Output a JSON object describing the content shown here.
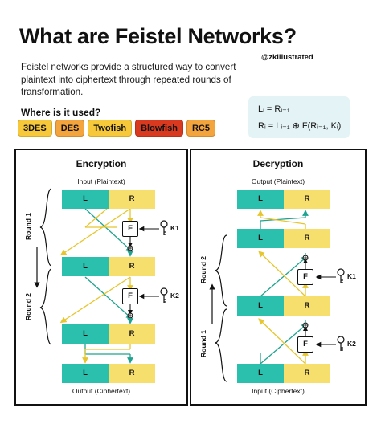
{
  "header": {
    "title": "What are Feistel Networks?",
    "handle": "@zkillustrated",
    "intro": "Feistel networks provide a structured way to convert plaintext into ciphertext through repeated rounds of transformation.",
    "where_used": "Where is it used?"
  },
  "tags": [
    {
      "label": "3DES",
      "color": "#f7c93a"
    },
    {
      "label": "DES",
      "color": "#f4a43c"
    },
    {
      "label": "Twofish",
      "color": "#f7c93a"
    },
    {
      "label": "Blowfish",
      "color": "#d8391f"
    },
    {
      "label": "RC5",
      "color": "#f4a43c"
    }
  ],
  "formula": {
    "line1": "Lᵢ = Rᵢ₋₁",
    "line2": "Rᵢ = Lᵢ₋₁ ⊕ F(Rᵢ₋₁, Kᵢ)"
  },
  "encryption": {
    "title": "Encryption",
    "input": "Input (Plaintext)",
    "output": "Output (Ciphertext)",
    "round1": "Round 1",
    "round2": "Round 2",
    "k1": "K1",
    "k2": "K2"
  },
  "decryption": {
    "title": "Decryption",
    "input": "Input (Ciphertext)",
    "output": "Output (Plaintext)",
    "round1": "Round 1",
    "round2": "Round 2",
    "k1": "K1",
    "k2": "K2"
  },
  "blocks": {
    "left": "L",
    "right": "R",
    "function": "F"
  },
  "colors": {
    "left_half": "#2bc0ae",
    "right_half": "#f7df6e",
    "wire_green": "#1fa38f",
    "wire_yellow": "#f0d340",
    "formula_bg": "#e4f3f6"
  },
  "icons": {
    "key": "key-icon",
    "xor": "xor-icon"
  }
}
